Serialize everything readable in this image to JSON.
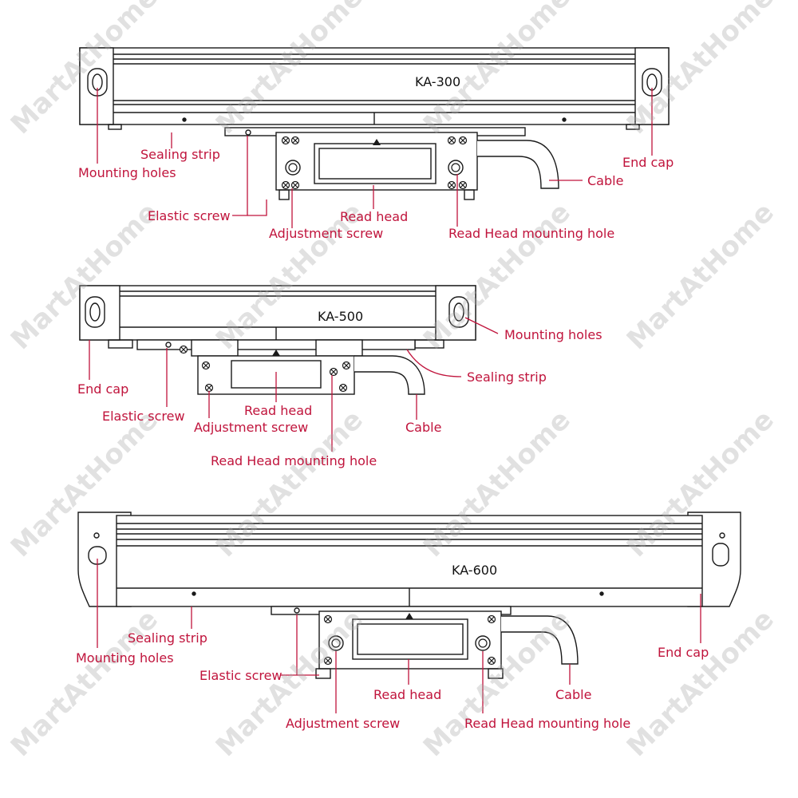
{
  "watermark": "MartAtHome",
  "colors": {
    "label": "#c0143c",
    "line": "#1a1a1a"
  },
  "diagrams": [
    {
      "model": "KA-300",
      "labels": {
        "sealing_strip": "Sealing strip",
        "mounting_holes": "Mounting holes",
        "end_cap": "End cap",
        "cable": "Cable",
        "elastic_screw": "Elastic screw",
        "read_head": "Read head",
        "adjustment_screw": "Adjustment screw",
        "read_head_mounting_hole": "Read Head mounting hole"
      }
    },
    {
      "model": "KA-500",
      "labels": {
        "mounting_holes": "Mounting holes",
        "sealing_strip": "Sealing strip",
        "end_cap": "End cap",
        "elastic_screw": "Elastic screw",
        "read_head": "Read head",
        "adjustment_screw": "Adjustment screw",
        "cable": "Cable",
        "read_head_mounting_hole": "Read Head mounting hole"
      }
    },
    {
      "model": "KA-600",
      "labels": {
        "sealing_strip": "Sealing strip",
        "mounting_holes": "Mounting holes",
        "end_cap": "End cap",
        "elastic_screw": "Elastic screw",
        "read_head": "Read head",
        "cable": "Cable",
        "adjustment_screw": "Adjustment screw",
        "read_head_mounting_hole": "Read Head mounting hole"
      }
    }
  ]
}
